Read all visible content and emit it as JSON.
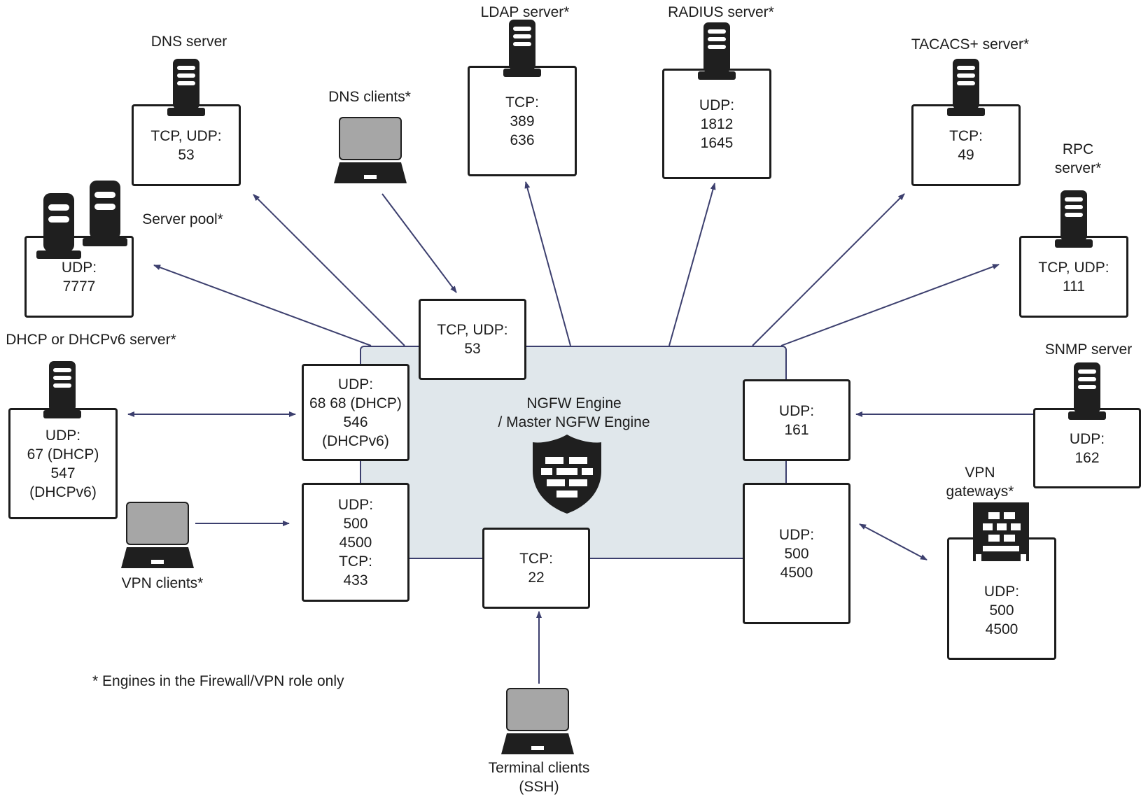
{
  "colors": {
    "engine_fill": "#e0e7eb",
    "line": "#3c3f6e",
    "icon_dark": "#1f1f1f",
    "screen_gray": "#a6a6a6"
  },
  "engine": {
    "title_lines": [
      "NGFW Engine",
      "/ Master NGFW Engine"
    ],
    "icon": "firewall-shield-icon"
  },
  "port_boxes": {
    "dns": [
      "TCP, UDP:",
      "53"
    ],
    "dhcp_engine": [
      "UDP:",
      "68 68 (DHCP)",
      "546",
      "(DHCPv6)"
    ],
    "vpn_clients_engine": [
      "UDP:",
      "500",
      "4500",
      "TCP:",
      "433"
    ],
    "ssh": [
      "TCP:",
      "22"
    ],
    "snmp_engine": [
      "UDP:",
      "161"
    ],
    "vpn_gw_engine": [
      "UDP:",
      "500",
      "4500"
    ]
  },
  "nodes": {
    "dns_server": {
      "label": [
        "DNS server"
      ],
      "ports": [
        "TCP, UDP:",
        "53"
      ],
      "icon": "server-icon"
    },
    "dns_clients": {
      "label": [
        "DNS clients*"
      ],
      "icon": "laptop-icon"
    },
    "ldap_server": {
      "label": [
        "LDAP server*"
      ],
      "ports": [
        "TCP:",
        "389",
        "636"
      ],
      "icon": "server-icon"
    },
    "radius_server": {
      "label": [
        "RADIUS server*"
      ],
      "ports": [
        "UDP:",
        "1812",
        "1645"
      ],
      "icon": "server-icon"
    },
    "tacacs_server": {
      "label": [
        "TACACS+ server*"
      ],
      "ports": [
        "TCP:",
        "49"
      ],
      "icon": "server-icon"
    },
    "rpc_server": {
      "label": [
        "RPC",
        "server*"
      ],
      "ports": [
        "TCP, UDP:",
        "111"
      ],
      "icon": "server-icon"
    },
    "server_pool": {
      "label": [
        "Server pool*"
      ],
      "ports": [
        "UDP:",
        "7777"
      ],
      "icon": "server-icon"
    },
    "dhcp_server": {
      "label": [
        "DHCP or DHCPv6 server*"
      ],
      "ports": [
        "UDP:",
        "67 (DHCP)",
        "547",
        "(DHCPv6)"
      ],
      "icon": "server-icon"
    },
    "vpn_clients": {
      "label": [
        "VPN clients*"
      ],
      "icon": "laptop-icon"
    },
    "terminal_clients": {
      "label": [
        "Terminal clients",
        "(SSH)"
      ],
      "icon": "laptop-icon"
    },
    "snmp_server": {
      "label": [
        "SNMP server"
      ],
      "ports": [
        "UDP:",
        "162"
      ],
      "icon": "server-icon"
    },
    "vpn_gateways": {
      "label": [
        "VPN",
        "gateways*"
      ],
      "ports": [
        "UDP:",
        "500",
        "4500"
      ],
      "icon": "firewall-icon"
    }
  },
  "footnote": "* Engines in the Firewall/VPN role only"
}
